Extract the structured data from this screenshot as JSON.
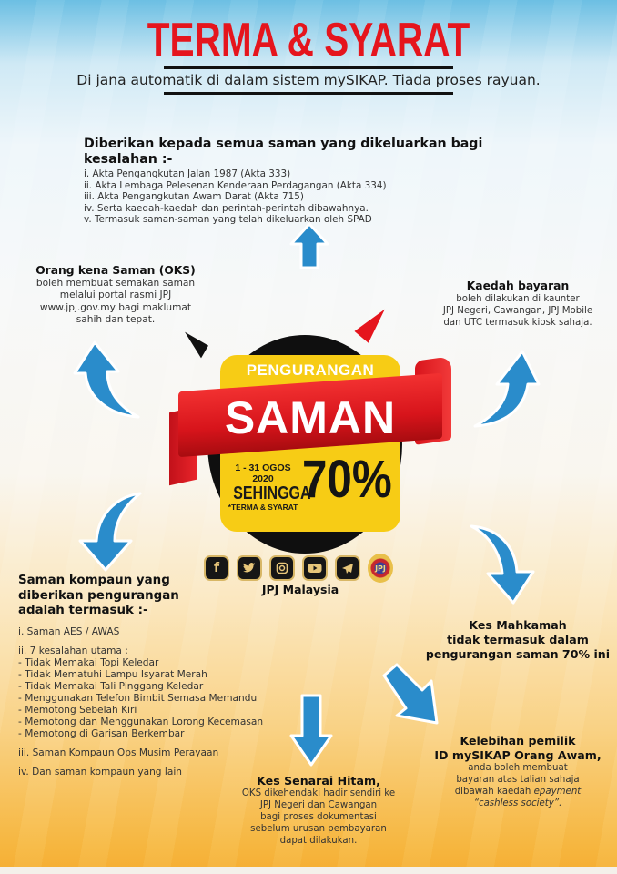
{
  "header": {
    "title": "TERMA & SYARAT",
    "subtitle": "Di jana automatik di dalam sistem mySIKAP. Tiada proses rayuan."
  },
  "offences": {
    "heading": "Diberikan kepada semua saman yang dikeluarkan bagi kesalahan :-",
    "items": [
      "i.  Akta Pengangkutan Jalan 1987 (Akta 333)",
      "ii.  Akta Lembaga Pelesenan Kenderaan Perdagangan (Akta 334)",
      "iii. Akta Pengangkutan Awam Darat (Akta 715)",
      "iv. Serta kaedah-kaedah dan perintah-perintah dibawahnya.",
      "v.  Termasuk saman-saman yang telah dikeluarkan oleh SPAD"
    ]
  },
  "oks": {
    "heading": "Orang kena Saman (OKS)",
    "lines": [
      "boleh membuat semakan saman",
      "melalui portal rasmi JPJ",
      "www.jpj.gov.my bagi maklumat",
      "sahih dan tepat."
    ]
  },
  "payment": {
    "heading": "Kaedah bayaran",
    "lines": [
      "boleh dilakukan di kaunter",
      "JPJ Negeri, Cawangan, JPJ Mobile",
      "dan UTC termasuk kiosk sahaja."
    ]
  },
  "badge": {
    "top_label": "PENGURANGAN",
    "main_label": "SAMAN",
    "dates": "1 - 31 OGOS 2020",
    "until": "SEHINGGA",
    "terms": "*TERMA & SYARAT",
    "percent": "70%",
    "colors": {
      "red": "#e5151d",
      "yellow": "#f7cc15",
      "black": "#0f0f0f"
    }
  },
  "social": {
    "icons": [
      {
        "name": "facebook-icon",
        "glyph": "f"
      },
      {
        "name": "twitter-icon",
        "glyph": "🐦"
      },
      {
        "name": "instagram-icon",
        "glyph": "◎"
      },
      {
        "name": "youtube-icon",
        "glyph": "▶"
      },
      {
        "name": "telegram-icon",
        "glyph": "➤"
      }
    ],
    "emblem_text": "JPJ",
    "label": "JPJ Malaysia"
  },
  "compound": {
    "heading_lines": [
      "Saman kompaun yang",
      "diberikan pengurangan",
      "adalah termasuk :-"
    ],
    "item_1": "i. Saman AES / AWAS",
    "item_2_heading": "ii. 7 kesalahan utama :",
    "item_2_list": [
      "- Tidak Memakai Topi Keledar",
      "- Tidak Mematuhi Lampu Isyarat Merah",
      "- Tidak Memakai Tali Pinggang Keledar",
      "- Menggunakan Telefon Bimbit Semasa Memandu",
      "- Memotong Sebelah Kiri",
      "- Memotong dan Menggunakan Lorong Kecemasan",
      "- Memotong di Garisan Berkembar"
    ],
    "item_3": "iii. Saman Kompaun Ops Musim Perayaan",
    "item_4": "iv. Dan saman kompaun yang lain"
  },
  "court": {
    "lines": [
      "Kes Mahkamah",
      "tidak termasuk dalam",
      "pengurangan saman 70% ini"
    ]
  },
  "blacklist": {
    "heading": "Kes Senarai Hitam,",
    "lines": [
      "OKS dikehendaki hadir sendiri ke",
      "JPJ Negeri dan Cawangan",
      "bagi proses dokumentasi",
      "sebelum urusan pembayaran",
      "dapat dilakukan."
    ]
  },
  "mysikap": {
    "heading_lines": [
      "Kelebihan pemilik",
      "ID mySIKAP Orang Awam,"
    ],
    "lines": [
      "anda boleh membuat",
      "bayaran atas talian sahaja"
    ],
    "line_3_prefix": "dibawah kaedah ",
    "line_3_italic": "epayment",
    "line_4": "“cashless society”."
  },
  "colors": {
    "title_red": "#e5151d",
    "arrow_blue": "#2a8ccb",
    "bg_top": "#6cbfe3",
    "bg_bottom": "#f5ad32"
  }
}
